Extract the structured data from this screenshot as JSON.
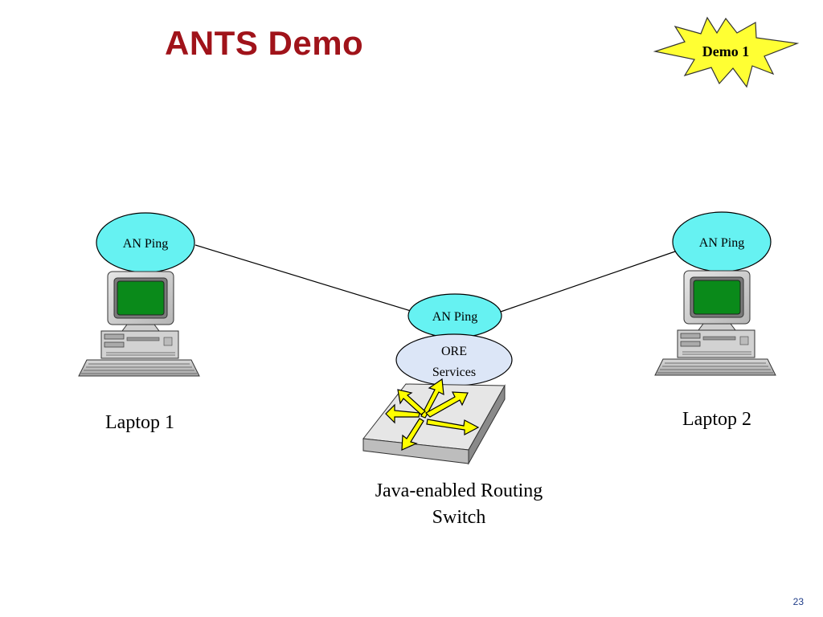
{
  "slide": {
    "title": "ANTS Demo",
    "badge": "Demo 1",
    "page_number": "23"
  },
  "nodes": {
    "laptop1": {
      "service": "AN Ping",
      "label": "Laptop 1"
    },
    "laptop2": {
      "service": "AN Ping",
      "label": "Laptop 2"
    },
    "switch": {
      "service": "AN Ping",
      "ore_line1": "ORE",
      "ore_line2": "Services",
      "label_line1": "Java-enabled Routing",
      "label_line2": "Switch"
    }
  },
  "colors": {
    "title": "#a0131a",
    "ellipse_ping": "#66f2f2",
    "ellipse_ore": "#dce6f7",
    "burst": "#ffff33",
    "screen": "#0a8a1a",
    "arrows": "#ffff00",
    "page_number": "#1f3c88"
  },
  "icons": [
    "computer-icon",
    "routing-switch-icon",
    "starburst-badge"
  ]
}
